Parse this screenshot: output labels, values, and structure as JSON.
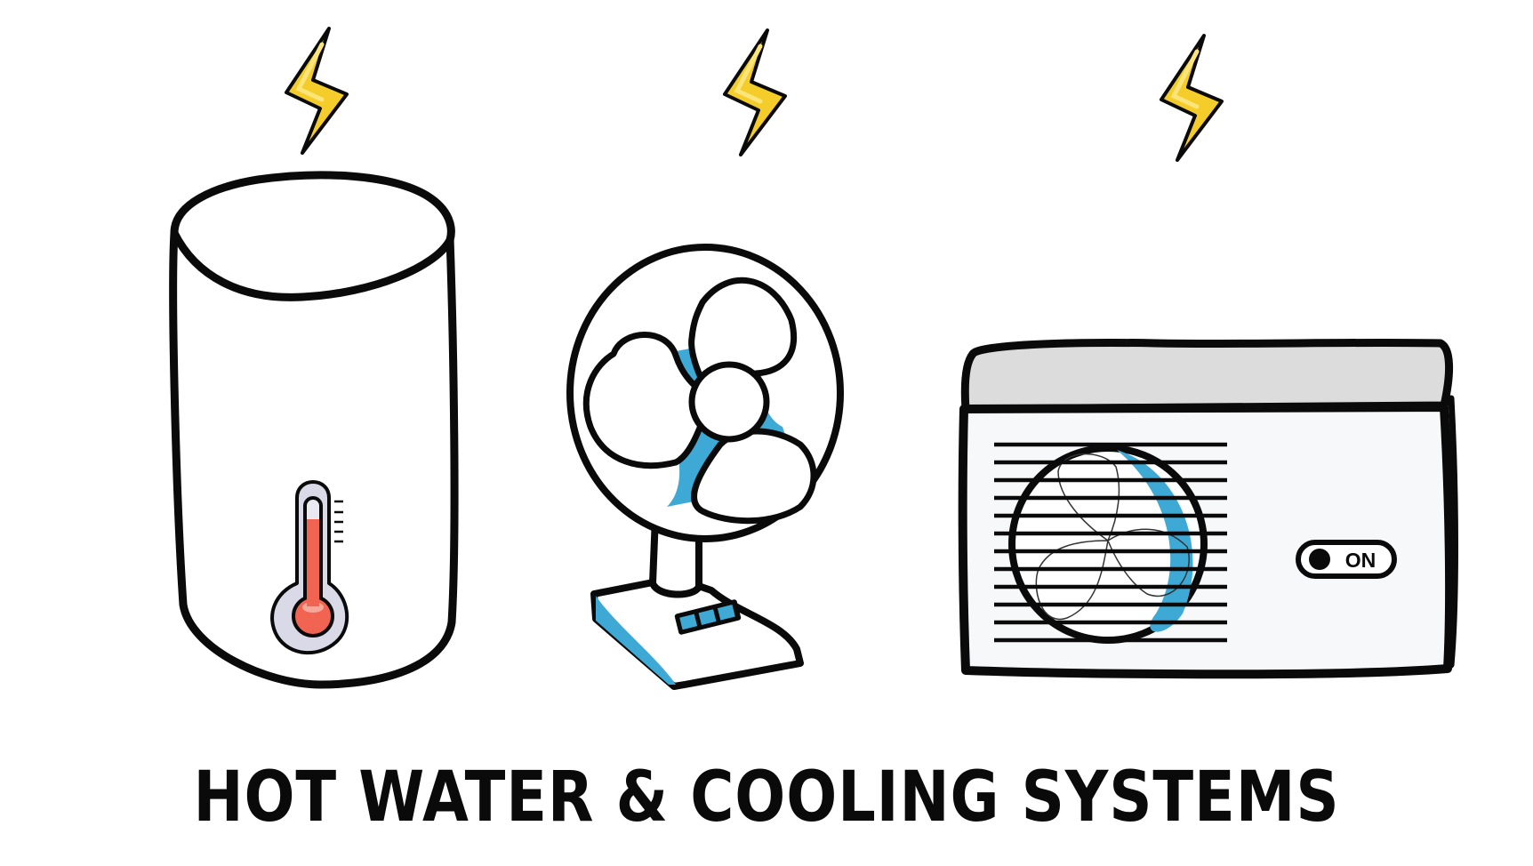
{
  "illustration": {
    "caption": "HOT WATER & COOLING SYSTEMS",
    "items": [
      {
        "name": "hot water tank",
        "icon": "water-heater-icon",
        "detail": "thermometer-icon",
        "power_icon": "lightning-bolt-icon"
      },
      {
        "name": "desk fan",
        "icon": "fan-icon",
        "detail": "fan-control-buttons",
        "power_icon": "lightning-bolt-icon"
      },
      {
        "name": "air conditioner outdoor unit",
        "icon": "ac-unit-icon",
        "detail": "power-switch",
        "switch_label": "ON",
        "power_icon": "lightning-bolt-icon"
      }
    ]
  },
  "colors": {
    "outline": "#0a0a0a",
    "bolt_yellow": "#f5cd2b",
    "bolt_highlight": "#fbe47a",
    "accent_blue": "#3fa9d6",
    "thermo_red": "#f26452",
    "thermo_red_light": "#f6a79a",
    "thermo_case": "#d9d9e8",
    "ac_top_gray": "#dcdcdc",
    "ac_front": "#f7f8fa"
  }
}
